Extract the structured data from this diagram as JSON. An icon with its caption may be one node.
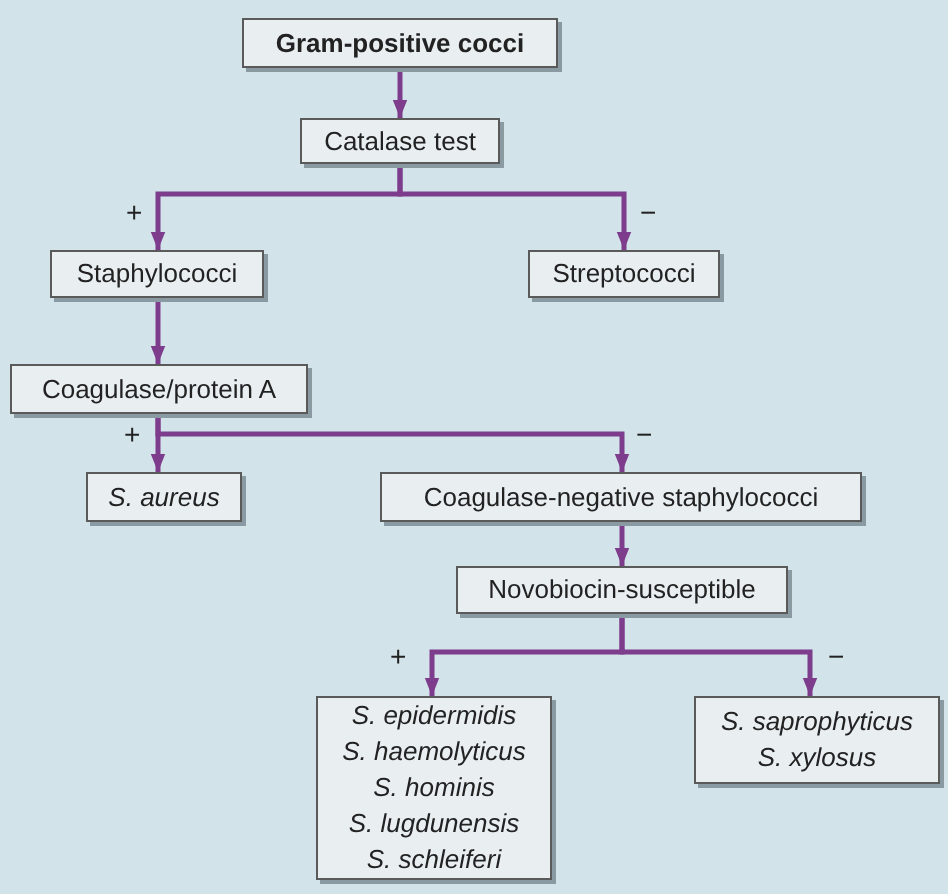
{
  "diagram": {
    "nodes": [
      {
        "text": [
          "Gram-positive cocci"
        ]
      },
      {
        "text": [
          "Catalase test"
        ]
      },
      {
        "text": [
          "Staphylococci"
        ]
      },
      {
        "text": [
          "Streptococci"
        ]
      },
      {
        "text": [
          "Coagulase/protein A"
        ]
      },
      {
        "text": [
          "S. aureus"
        ]
      },
      {
        "text": [
          "Coagulase-negative staphylococci"
        ]
      },
      {
        "text": [
          "Novobiocin-susceptible"
        ]
      },
      {
        "text": [
          "S. epidermidis",
          "S. haemolyticus",
          "S. hominis",
          "S. lugdunensis",
          "S. schleiferi"
        ]
      },
      {
        "text": [
          "S. saprophyticus",
          "S. xylosus"
        ]
      }
    ],
    "edges": [
      {
        "from": 0,
        "to": 1,
        "arrow": "to"
      },
      {
        "from": 1,
        "to": 2,
        "arrow": "to",
        "label": "+"
      },
      {
        "from": 1,
        "to": 3,
        "arrow": "to",
        "label": "−"
      },
      {
        "from": 2,
        "to": 4,
        "arrow": "to"
      },
      {
        "from": 4,
        "to": 5,
        "arrow": "to",
        "label": "+"
      },
      {
        "from": 4,
        "to": 6,
        "arrow": "to",
        "label": "−"
      },
      {
        "from": 6,
        "to": 7,
        "arrow": "to"
      },
      {
        "from": 7,
        "to": 8,
        "arrow": "to",
        "label": "+"
      },
      {
        "from": 7,
        "to": 9,
        "arrow": "to",
        "label": "−"
      }
    ]
  }
}
